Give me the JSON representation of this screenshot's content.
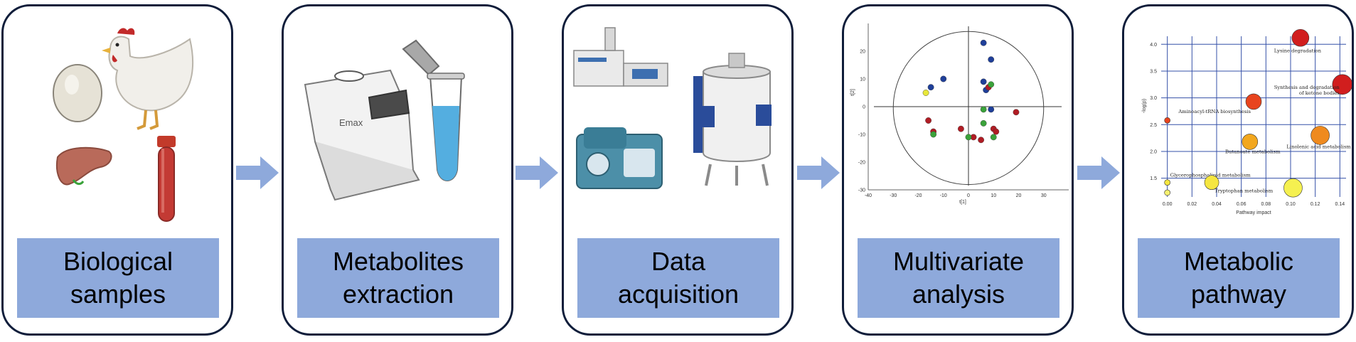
{
  "steps": [
    {
      "label": "Biological\nsamples"
    },
    {
      "label": "Metabolites\nextraction"
    },
    {
      "label": "Data\nacquisition"
    },
    {
      "label": "Multivariate\nanalysis"
    },
    {
      "label": "Metabolic\npathway"
    }
  ],
  "colors": {
    "panel_border": "#0f1d3a",
    "label_fill": "#8ea9db",
    "arrow_fill": "#8ea9db"
  },
  "device_text": "Emax",
  "chart_data": [
    {
      "type": "scatter",
      "xlabel": "t[1]",
      "ylabel": "t[2]",
      "xlim": [
        -40,
        40
      ],
      "ylim": [
        -30,
        30
      ],
      "xticks": [
        -40,
        -30,
        -20,
        -10,
        0,
        10,
        20,
        30
      ],
      "yticks": [
        -30,
        -20,
        -10,
        0,
        10,
        20
      ],
      "series": [
        {
          "color": "#1f3f99",
          "points": [
            [
              6,
              23
            ],
            [
              9,
              17
            ],
            [
              -10,
              10
            ],
            [
              6,
              9
            ],
            [
              -15,
              7
            ],
            [
              7,
              6
            ],
            [
              9,
              -1
            ]
          ]
        },
        {
          "color": "#b01c24",
          "points": [
            [
              -16,
              -5
            ],
            [
              -14,
              -9
            ],
            [
              -3,
              -8
            ],
            [
              2,
              -11
            ],
            [
              5,
              -12
            ],
            [
              10,
              -8
            ],
            [
              11,
              -9
            ],
            [
              19,
              -2
            ],
            [
              8,
              7
            ]
          ]
        },
        {
          "color": "#3aa23a",
          "points": [
            [
              -14,
              -10
            ],
            [
              0,
              -11
            ],
            [
              6,
              -1
            ],
            [
              6,
              -6
            ],
            [
              10,
              -11
            ],
            [
              9,
              8
            ]
          ]
        },
        {
          "color": "#e8e83a",
          "points": [
            [
              -17,
              5
            ]
          ]
        }
      ]
    },
    {
      "type": "scatter",
      "xlabel": "Pathway impact",
      "ylabel": "-log(p)",
      "xlim": [
        -0.005,
        0.145
      ],
      "ylim": [
        1.15,
        4.15
      ],
      "xticks": [
        "0.00",
        "0.02",
        "0.04",
        "0.06",
        "0.08",
        "0.10",
        "0.12",
        "0.14"
      ],
      "yticks": [
        "1.5",
        "2.0",
        "2.5",
        "3.0",
        "3.5",
        "4.0"
      ],
      "points": [
        {
          "x": 0.108,
          "y": 4.12,
          "size": 12,
          "color": "#d11e1e",
          "label": "Lysine degradation"
        },
        {
          "x": 0.142,
          "y": 3.25,
          "size": 14,
          "color": "#d11e1e",
          "label": "Synthesis and degradation\nof ketone bodies"
        },
        {
          "x": 0.07,
          "y": 2.93,
          "size": 11,
          "color": "#e8441e",
          "label": "Aminoacyl-tRNA biosynthesis"
        },
        {
          "x": 0.124,
          "y": 2.3,
          "size": 13,
          "color": "#ef8a1e",
          "label": "Linolenic acid metabolism"
        },
        {
          "x": 0.067,
          "y": 2.18,
          "size": 11,
          "color": "#f2a71e",
          "label": "Butanoate metabolism"
        },
        {
          "x": 0.0,
          "y": 1.42,
          "size": 4,
          "color": "#f5e640",
          "label": "Glycerophospholipid metabolism"
        },
        {
          "x": 0.036,
          "y": 1.42,
          "size": 10,
          "color": "#f5e640",
          "label": "Tryptophan metabolism"
        },
        {
          "x": 0.102,
          "y": 1.32,
          "size": 13,
          "color": "#f5f050",
          "label": ""
        },
        {
          "x": 0.0,
          "y": 2.58,
          "size": 4,
          "color": "#e8441e",
          "label": ""
        },
        {
          "x": 0.0,
          "y": 1.23,
          "size": 4,
          "color": "#f5f070",
          "label": ""
        }
      ]
    }
  ]
}
